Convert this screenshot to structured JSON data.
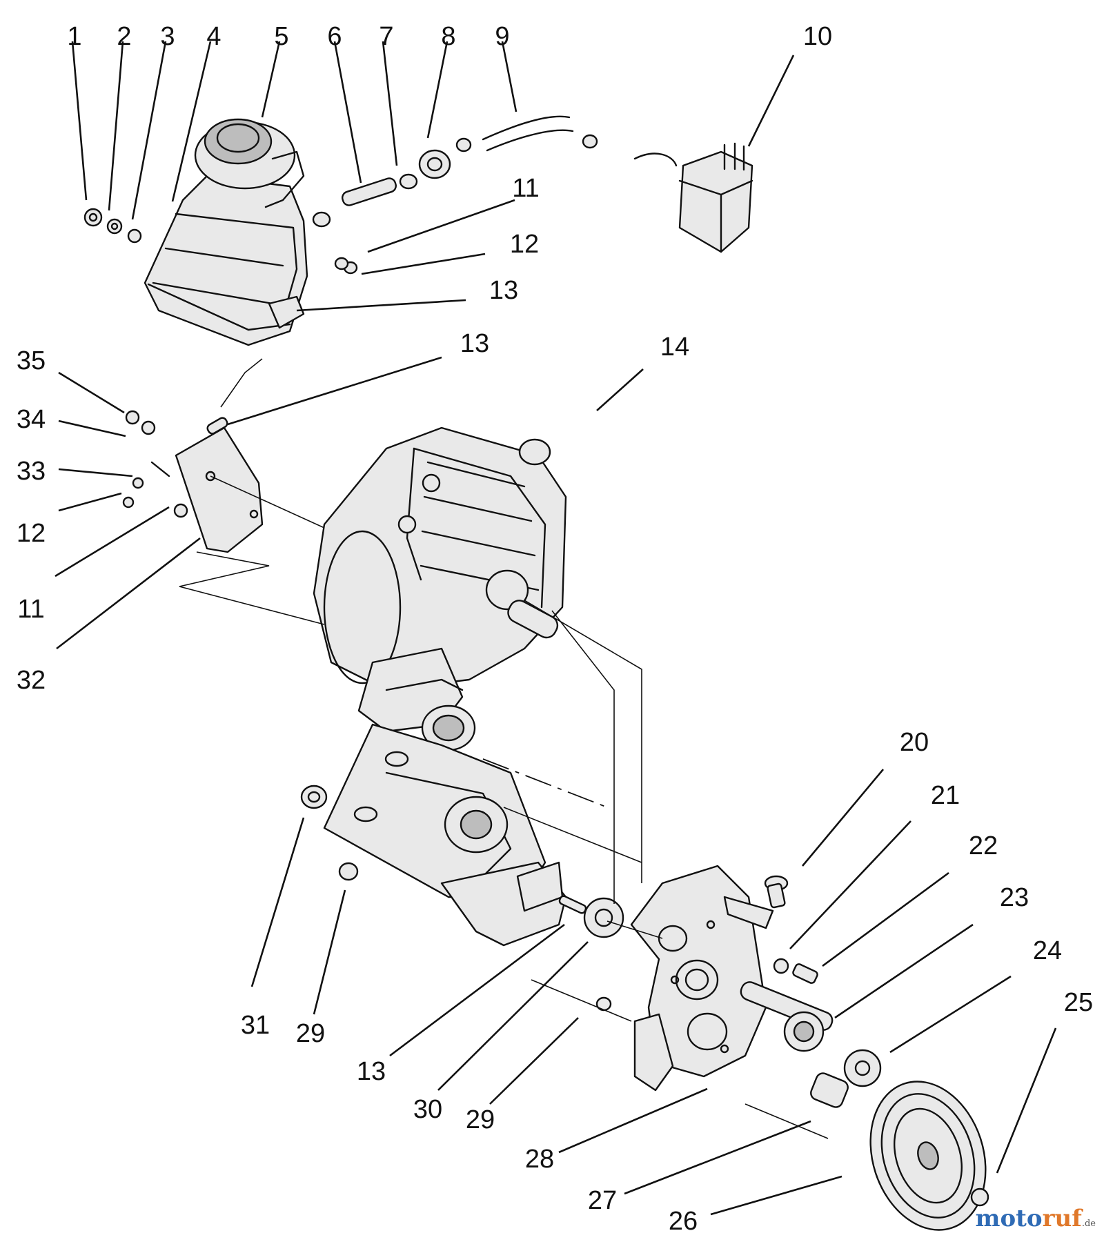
{
  "diagram": {
    "callouts": [
      "1",
      "2",
      "3",
      "4",
      "5",
      "6",
      "7",
      "8",
      "9",
      "10",
      "11",
      "12",
      "13",
      "13",
      "14",
      "20",
      "21",
      "22",
      "23",
      "24",
      "25",
      "26",
      "27",
      "28",
      "29",
      "29",
      "13",
      "30",
      "31",
      "11",
      "12",
      "33",
      "34",
      "35",
      "32"
    ]
  },
  "watermark": {
    "brand_part1": "moto",
    "brand_part2": "ruf",
    "suffix": ".de"
  },
  "colors": {
    "line": "#111111",
    "watermark_blue": "#2f6bb5",
    "watermark_orange": "#e0782a"
  }
}
